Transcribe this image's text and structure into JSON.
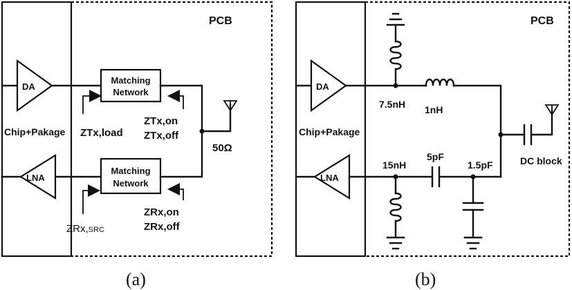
{
  "panel_a": {
    "pcb": "PCB",
    "chip": "Chip+Pakage",
    "da": "DA",
    "lna": "LNA",
    "mn_tx": [
      "Matching",
      "Network"
    ],
    "mn_rx": [
      "Matching",
      "Network"
    ],
    "ztx_load": "ZTx,load",
    "ztx_on": "ZTx,on",
    "ztx_off": "ZTx,off",
    "zrx_src_main": "ZRx,",
    "zrx_src_sub": "SRC",
    "zrx_on": "ZRx,on",
    "zrx_off": "ZRx,off",
    "ohm": "50Ω",
    "caption": "(a)"
  },
  "panel_b": {
    "pcb": "PCB",
    "chip": "Chip+Pakage",
    "da": "DA",
    "lna": "LNA",
    "l_shunt_tx": "7.5nH",
    "l_series_tx": "1nH",
    "l_shunt_rx": "15nH",
    "c_series_rx": "5pF",
    "c_shunt_rx": "1.5pF",
    "dc_block": "DC block",
    "caption": "(b)"
  }
}
